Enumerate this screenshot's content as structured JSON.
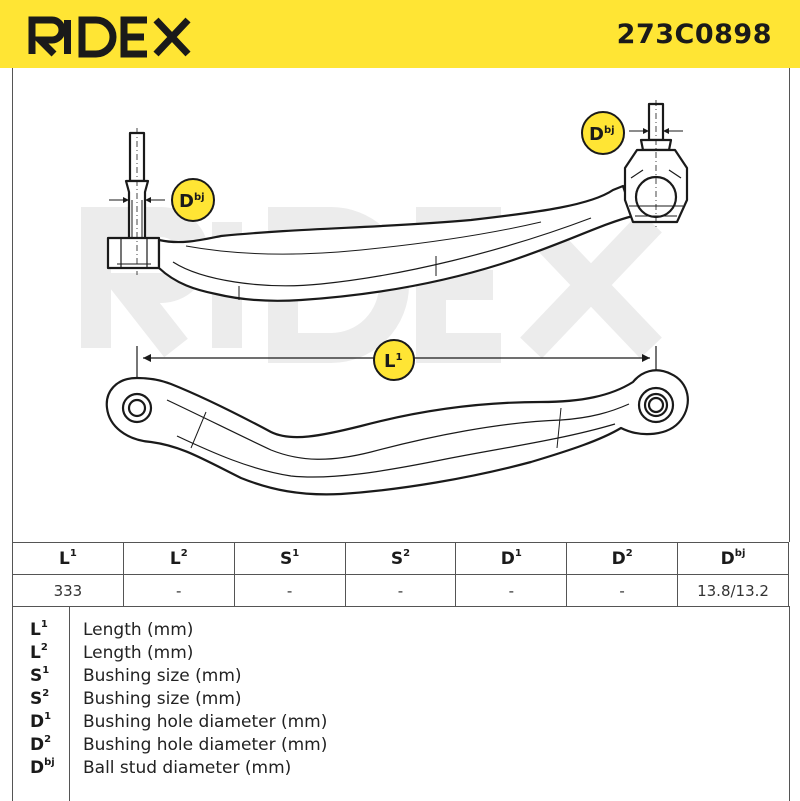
{
  "header": {
    "brand": "RIDEX",
    "part_number": "273C0898"
  },
  "colors": {
    "brand_yellow": "#ffe534",
    "watermark": "#ececec",
    "line": "#1a1a1a"
  },
  "callouts": {
    "dbj_left": {
      "base": "D",
      "sup": "bj"
    },
    "dbj_right": {
      "base": "D",
      "sup": "bj"
    },
    "l1": {
      "base": "L",
      "sup": "1"
    }
  },
  "spec_table": {
    "headers": [
      {
        "base": "L",
        "sup": "1"
      },
      {
        "base": "L",
        "sup": "2"
      },
      {
        "base": "S",
        "sup": "1"
      },
      {
        "base": "S",
        "sup": "2"
      },
      {
        "base": "D",
        "sup": "1"
      },
      {
        "base": "D",
        "sup": "2"
      },
      {
        "base": "D",
        "sup": "bj"
      }
    ],
    "values": [
      "333",
      "-",
      "-",
      "-",
      "-",
      "-",
      "13.8/13.2"
    ]
  },
  "legend": [
    {
      "base": "L",
      "sup": "1",
      "text": "Length (mm)"
    },
    {
      "base": "L",
      "sup": "2",
      "text": "Length (mm)"
    },
    {
      "base": "S",
      "sup": "1",
      "text": "Bushing size (mm)"
    },
    {
      "base": "S",
      "sup": "2",
      "text": "Bushing size (mm)"
    },
    {
      "base": "D",
      "sup": "1",
      "text": "Bushing hole diameter (mm)"
    },
    {
      "base": "D",
      "sup": "2",
      "text": "Bushing hole diameter (mm)"
    },
    {
      "base": "D",
      "sup": "bj",
      "text": "Ball stud diameter (mm)"
    }
  ]
}
